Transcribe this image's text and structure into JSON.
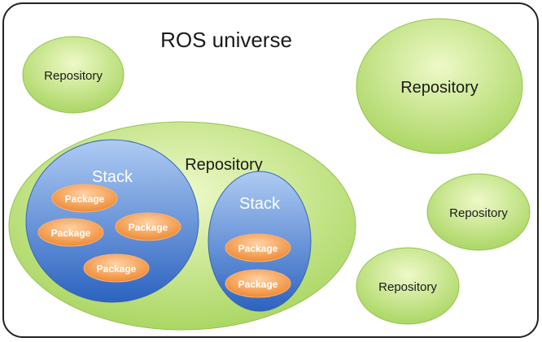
{
  "title": "ROS universe",
  "repository_label": "Repository",
  "stack_label": "Stack",
  "package_label": "Package",
  "colors": {
    "frame_stroke": "#222222",
    "repo_fill_light": "#e6f5b8",
    "repo_fill_dark": "#a8d660",
    "repo_stroke": "#8cbf4a",
    "stack_fill_light": "#a8c8f2",
    "stack_fill_dark": "#2f68c4",
    "stack_stroke": "#3a6ab8",
    "pkg_fill_light": "#ffcc9a",
    "pkg_fill_dark": "#f08a30",
    "pkg_stroke": "#f5a060"
  }
}
